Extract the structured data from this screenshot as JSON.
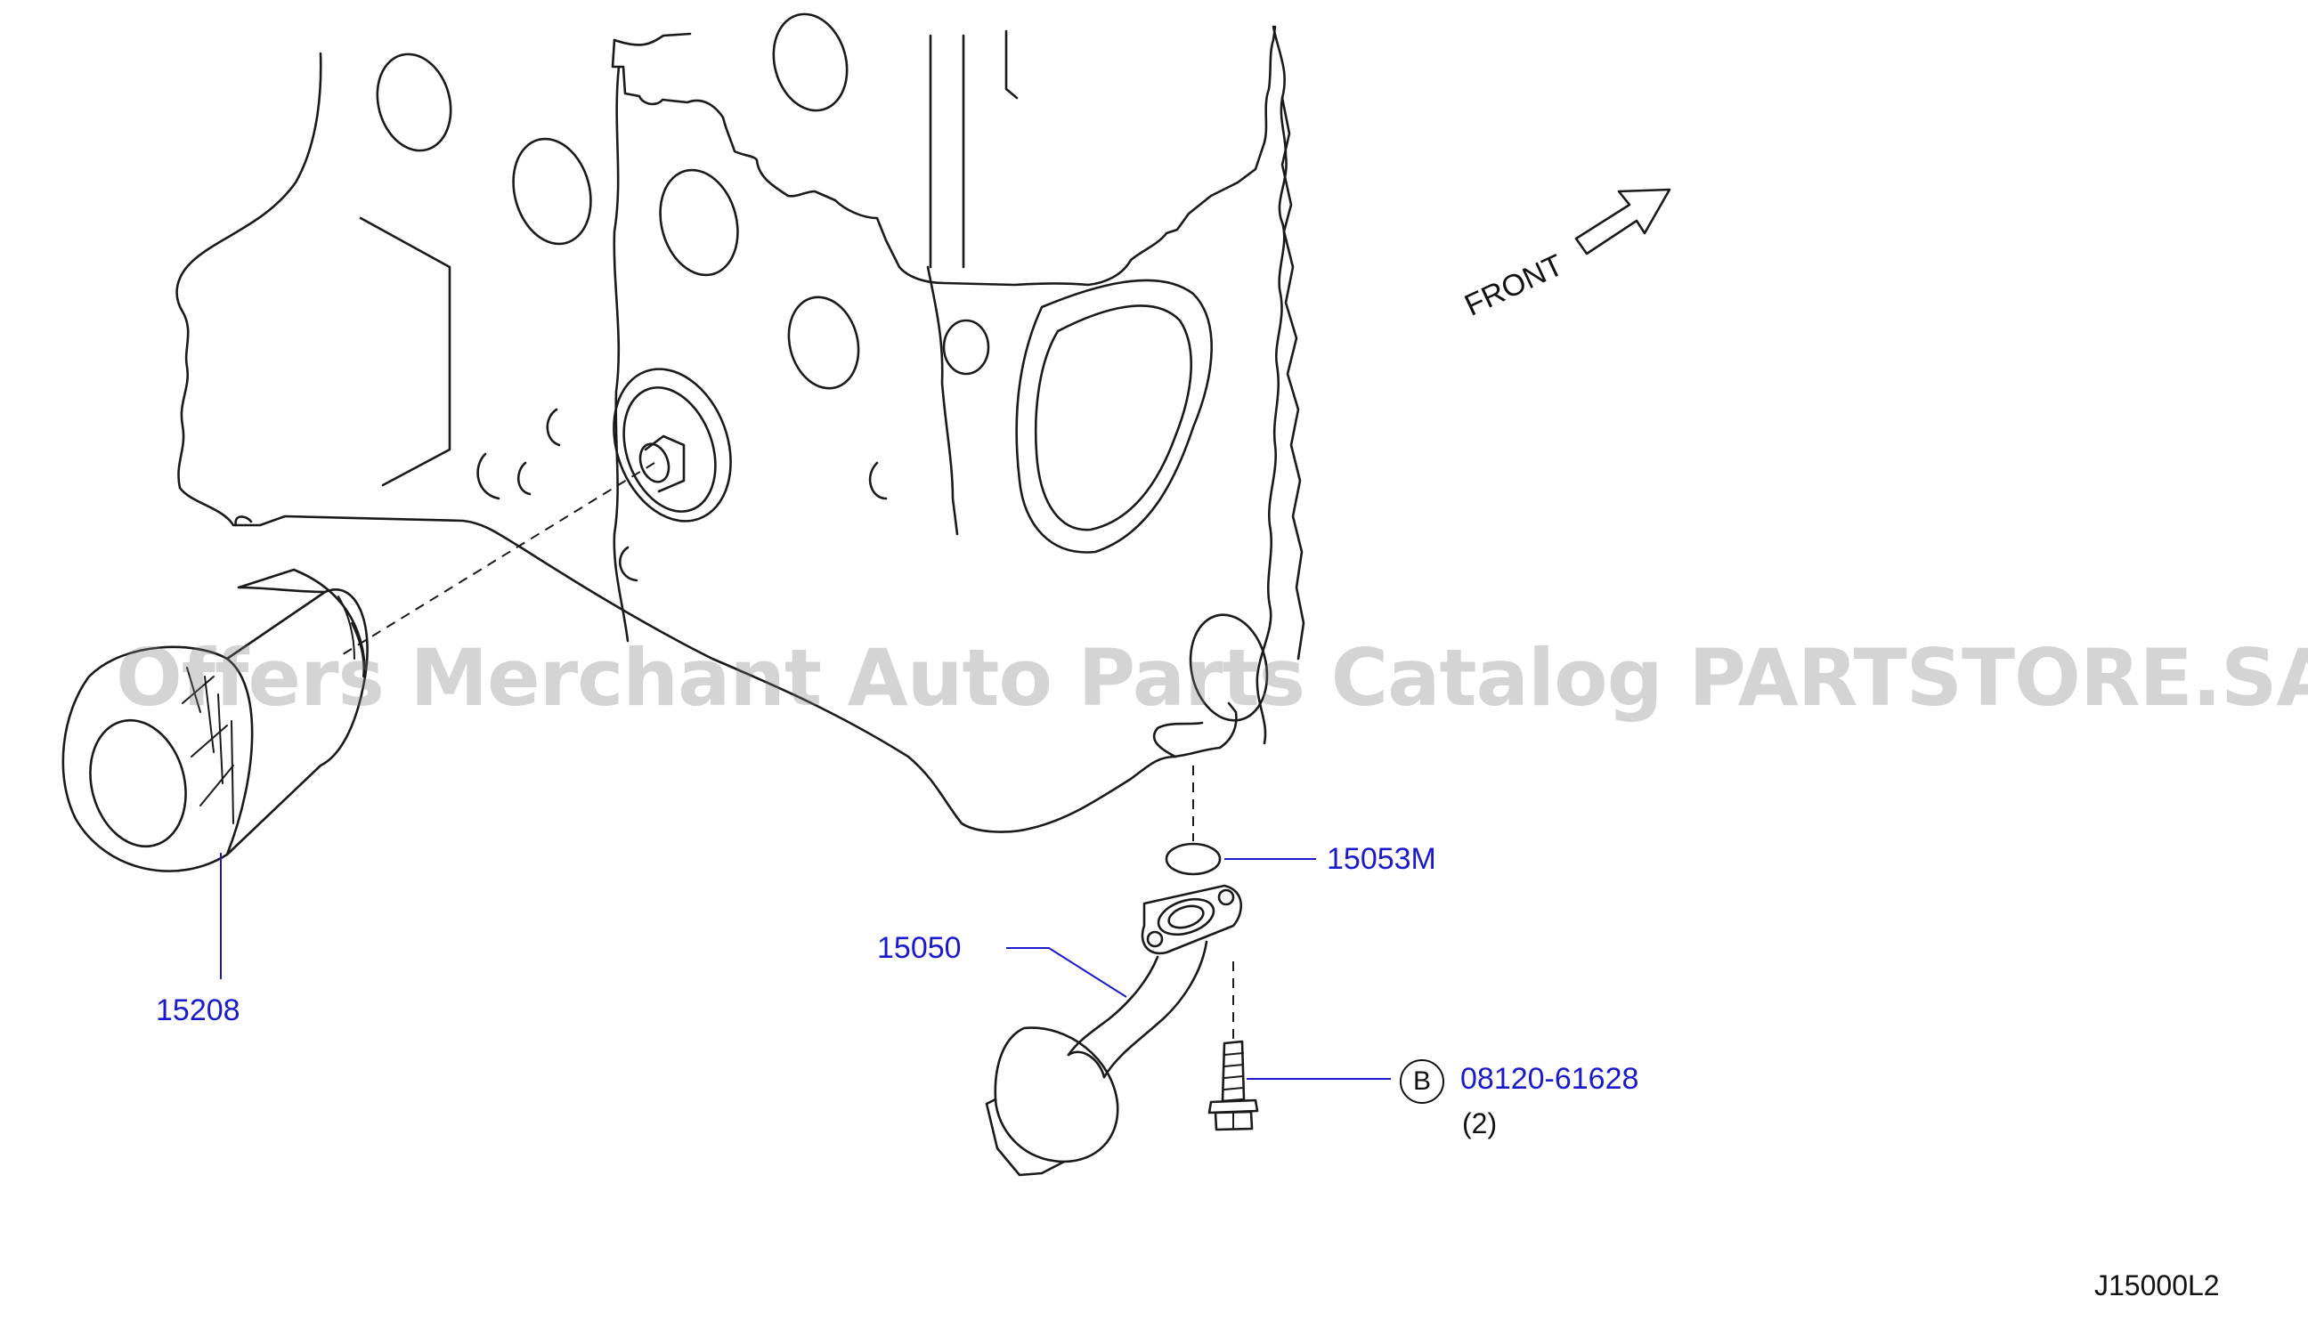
{
  "diagram": {
    "direction_label": "FRONT",
    "watermark": "Offers Merchant Auto Parts Catalog PARTSTORE.SA",
    "figure_code": "J15000L2"
  },
  "parts": {
    "oil_filter": {
      "number": "15208"
    },
    "o_ring": {
      "number": "15053M"
    },
    "oil_strainer": {
      "number": "15050"
    },
    "bolt": {
      "badge": "B",
      "number": "08120-61628",
      "quantity": "(2)"
    }
  },
  "colors": {
    "line_art": "#1a1a1a",
    "callout": "#1a1acc",
    "watermark": "#787878",
    "background": "#ffffff"
  }
}
